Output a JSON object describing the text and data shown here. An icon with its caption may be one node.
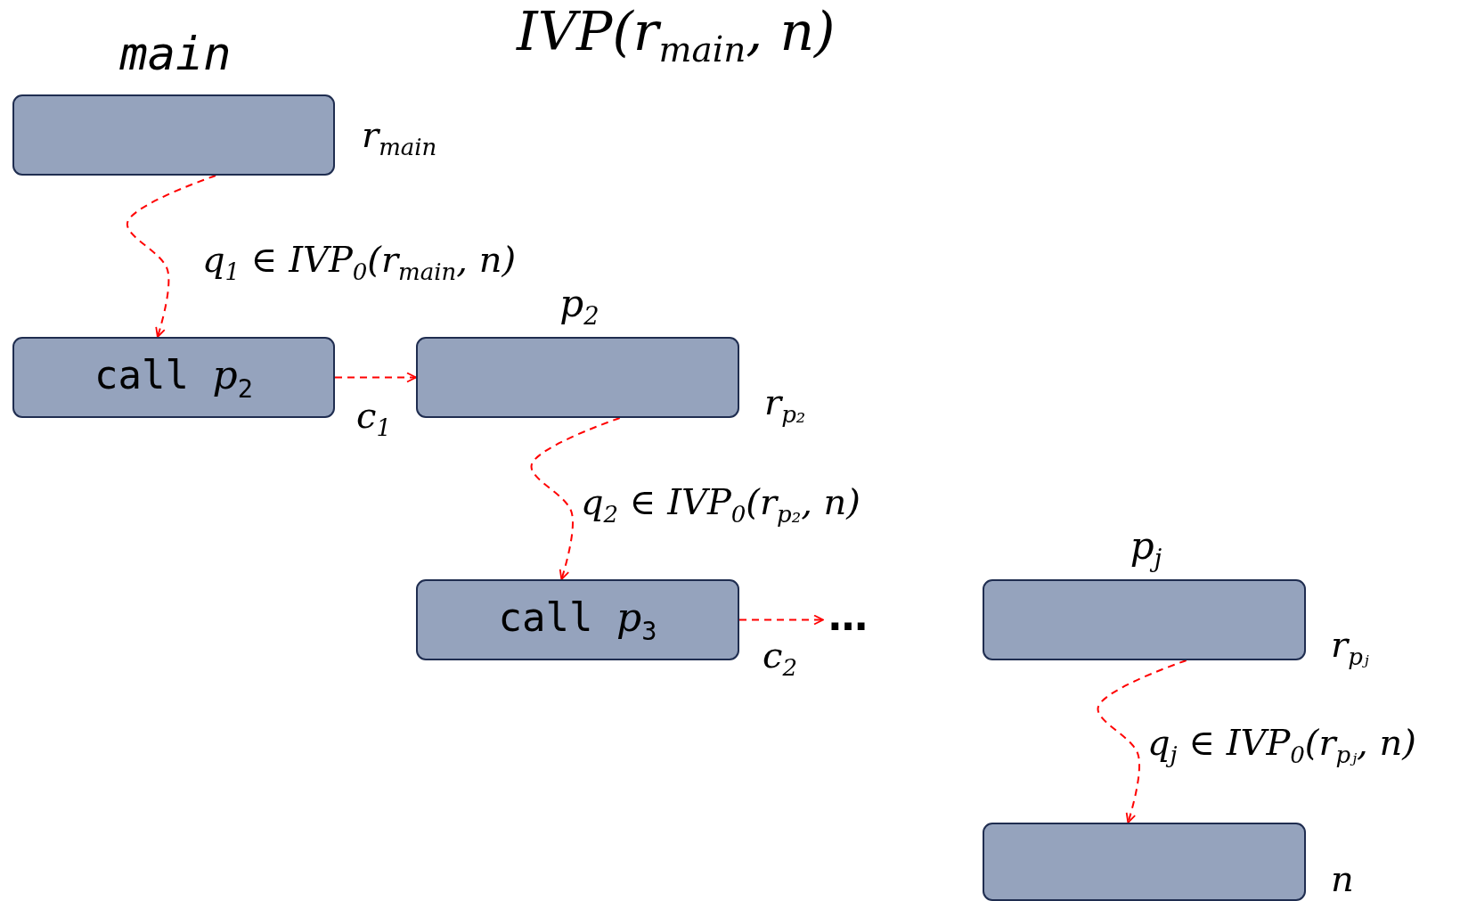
{
  "diagram": {
    "title": "IVP(r$_{main}$, n)",
    "nodes": [
      {
        "text": [
          "main"
        ],
        "beside": [
          "r$_{main}$"
        ]
      },
      {
        "text": [
          "call *p*$_{2}$"
        ]
      },
      {
        "text": [
          "p$_{2}$"
        ],
        "beside": [
          "r$_{p₂}$"
        ]
      },
      {
        "text": [
          "call *p*$_{3}$"
        ]
      },
      {
        "text": [
          "…"
        ]
      },
      {
        "text": [
          "p$_{j}$"
        ],
        "beside": [
          "r$_{pⱼ}$"
        ]
      },
      {
        "text": [],
        "shape": "box",
        "beside": [
          "n"
        ]
      }
    ],
    "edges": [
      {
        "from": 0,
        "to": 1,
        "arrow": "to",
        "label": "q$_{1}$ ∈ IVP$_{0}$(r$_{main}$, n)"
      },
      {
        "from": 1,
        "to": 2,
        "arrow": "to",
        "label": "c$_{1}$"
      },
      {
        "from": 2,
        "to": 3,
        "arrow": "to",
        "label": "q$_{2}$ ∈ IVP$_{0}$(r$_{p₂}$, n)"
      },
      {
        "from": 3,
        "to": 4,
        "arrow": "to",
        "label": "c$_{2}$"
      },
      {
        "from": 5,
        "to": 6,
        "arrow": "to",
        "label": "q$_{j}$ ∈ IVP$_{0}$(r$_{pⱼ}$, n)"
      }
    ]
  }
}
